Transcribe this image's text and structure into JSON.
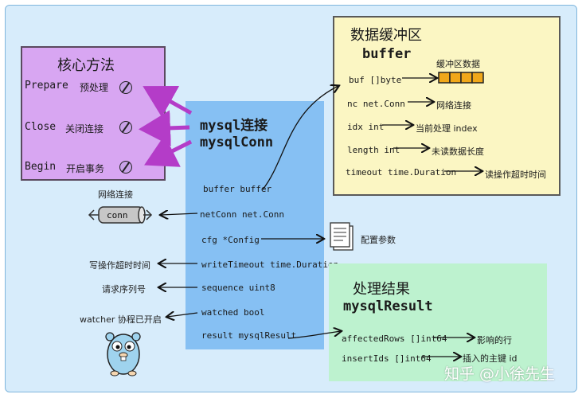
{
  "methods": {
    "title": "核心方法",
    "items": [
      {
        "name": "Prepare",
        "desc": "预处理"
      },
      {
        "name": "Close",
        "desc": "关闭连接"
      },
      {
        "name": "Begin",
        "desc": "开启事务"
      }
    ]
  },
  "conn": {
    "title": "mysql连接",
    "name": "mysqlConn",
    "fields": [
      {
        "label": "buffer  buffer"
      },
      {
        "label": "netConn  net.Conn"
      },
      {
        "label": "cfg  *Config"
      },
      {
        "label": "writeTimeout  time.Duration"
      },
      {
        "label": "sequence  uint8"
      },
      {
        "label": "watched  bool"
      },
      {
        "label": "result  mysqlResult"
      }
    ]
  },
  "left_annotations": {
    "net": "网络连接",
    "conn_pipe": "conn",
    "write_timeout": "写操作超时时间",
    "sequence": "请求序列号",
    "watcher": "watcher 协程已开启"
  },
  "config": {
    "label": "配置参数"
  },
  "buffer": {
    "title": "数据缓冲区",
    "name": "buffer",
    "cells_label": "缓冲区数据",
    "fields": [
      {
        "label": "buf  []byte",
        "desc": ""
      },
      {
        "label": "nc  net.Conn",
        "desc": "网络连接"
      },
      {
        "label": "idx  int",
        "desc": "当前处理 index"
      },
      {
        "label": "length  int",
        "desc": "未读数据长度"
      },
      {
        "label": "timeout  time.Duration",
        "desc": "读操作超时时间"
      }
    ]
  },
  "result": {
    "title": "处理结果",
    "name": "mysqlResult",
    "fields": [
      {
        "label": "affectedRows  []int64",
        "desc": "影响的行"
      },
      {
        "label": "insertIds  []int64",
        "desc": "插入的主键 id"
      }
    ]
  },
  "watermark": "知乎 @小徐先生",
  "colors": {
    "methods_bg": "#d8a6f2",
    "conn_bg": "#86c0f3",
    "buffer_bg": "#fbf6c3",
    "result_bg": "#bdf2cf",
    "method_arrow": "#b43cc8",
    "buffer_cell": "#f0a71a"
  }
}
